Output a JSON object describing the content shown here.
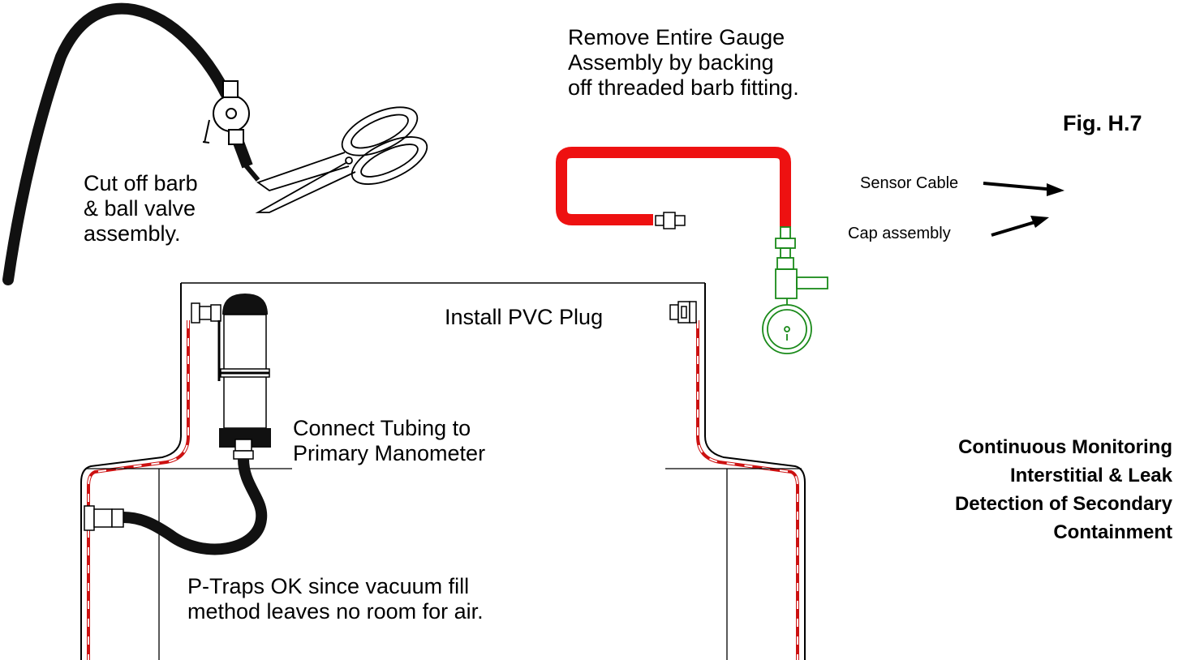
{
  "figure_label": "Fig. H.7",
  "annotations": {
    "remove_gauge": [
      "Remove Entire Gauge",
      "Assembly by backing",
      "off threaded barb fitting."
    ],
    "cut_barb": [
      "Cut off barb",
      "& ball valve",
      "assembly."
    ],
    "install_plug": "Install PVC Plug",
    "connect_tubing": [
      "Connect Tubing to",
      "Primary Manometer"
    ],
    "p_traps": [
      "P-Traps OK since vacuum fill",
      "method leaves no room for air."
    ],
    "sensor_cable": "Sensor Cable",
    "cap_assembly": "Cap assembly"
  },
  "caption": [
    "Continuous Monitoring",
    "Interstitial & Leak",
    "Detection of Secondary",
    "Containment"
  ],
  "colors": {
    "line": "#000000",
    "tube_red": "#ee1111",
    "gauge_green": "#1a8a1a",
    "hose_black": "#111111"
  }
}
